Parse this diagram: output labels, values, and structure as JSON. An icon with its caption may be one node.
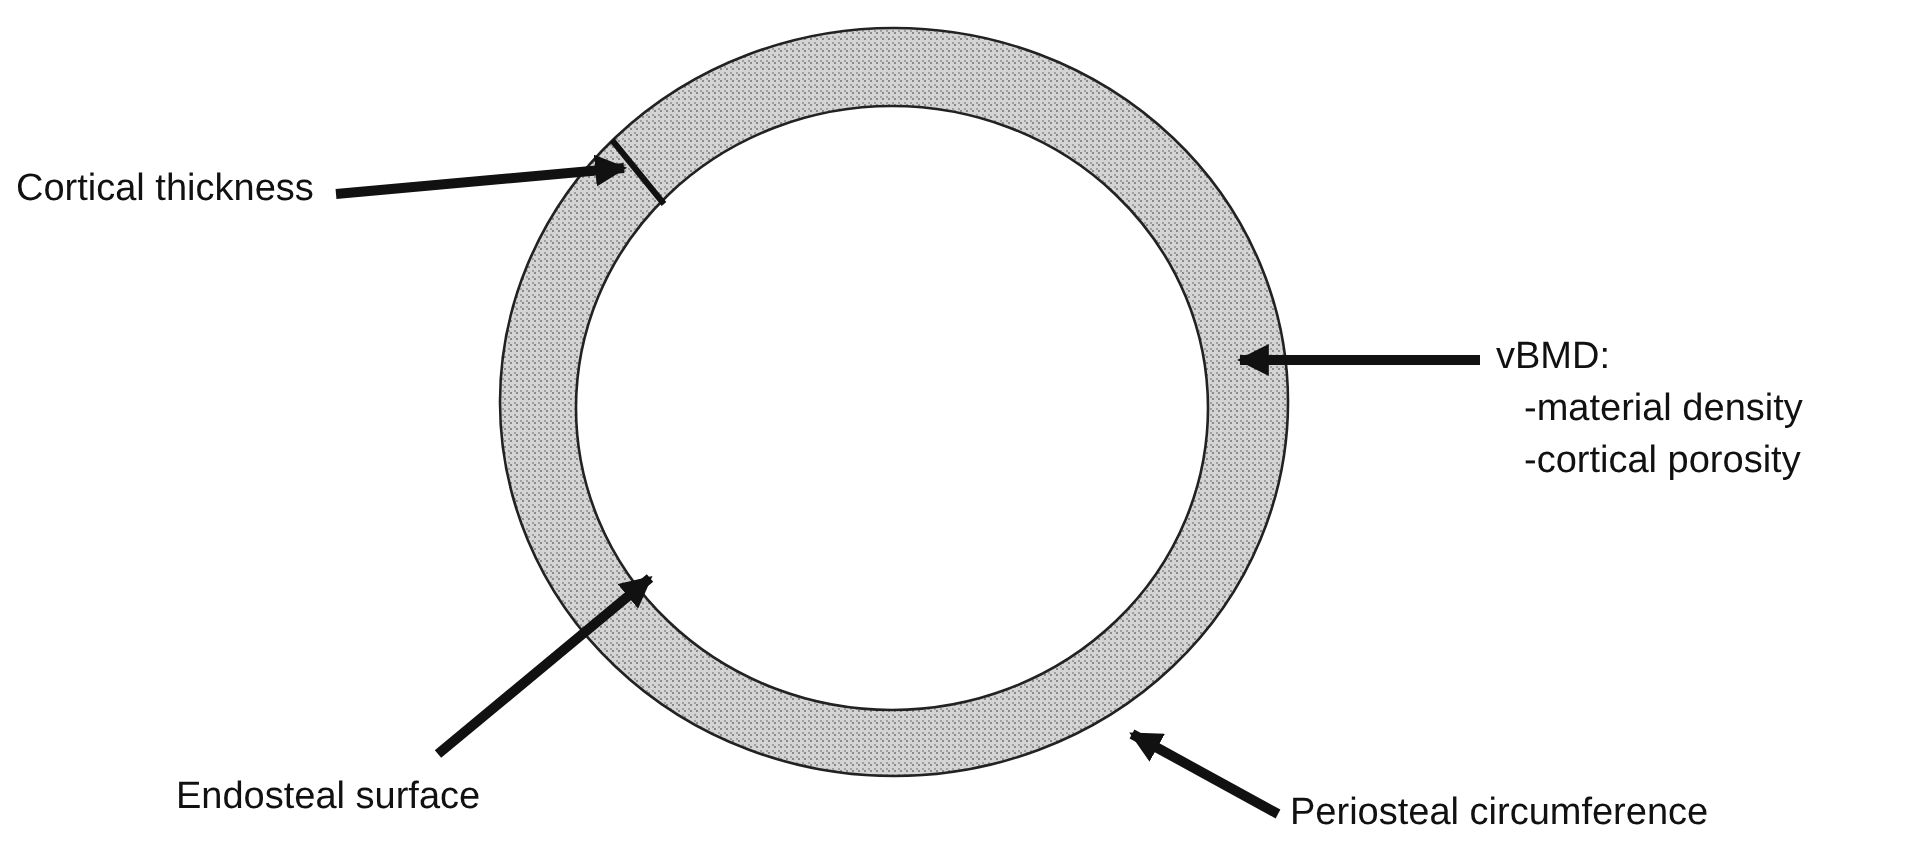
{
  "diagram": {
    "nodes": [
      {
        "text": [
          "Cortical thickness"
        ]
      },
      {
        "text": [
          "vBMD:",
          "-material density",
          "-cortical porosity"
        ]
      },
      {
        "text": [
          "Endosteal surface"
        ]
      },
      {
        "text": [
          "Periosteal circumference"
        ]
      },
      {
        "text": [],
        "shape": "ring"
      }
    ],
    "edges": [
      {
        "from": 0,
        "to": 4,
        "arrow": "to"
      },
      {
        "from": 1,
        "to": 4,
        "arrow": "to"
      },
      {
        "from": 2,
        "to": 4,
        "arrow": "to"
      },
      {
        "from": 3,
        "to": 4,
        "arrow": "to"
      }
    ]
  }
}
